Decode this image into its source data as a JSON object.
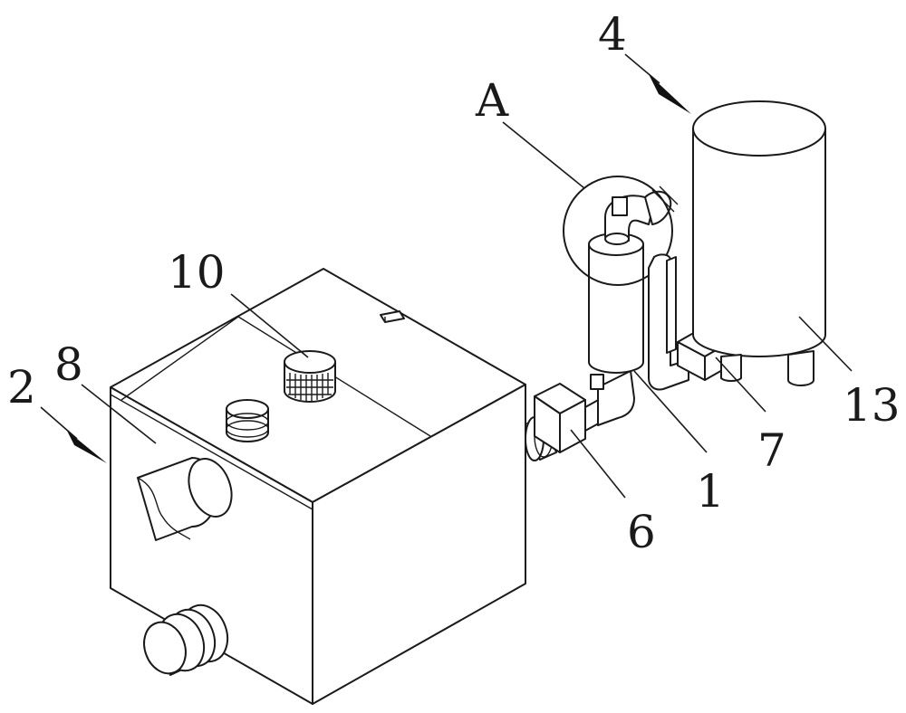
{
  "labels": {
    "tank": "2",
    "inlet_pipe": "8",
    "filter_cap": "10",
    "detail_a": "A",
    "vessel": "4",
    "separator": "1",
    "valve_left": "6",
    "valve_right": "7",
    "legs": "13"
  },
  "colors": {
    "line": "#1a1a1a",
    "background": "#ffffff"
  }
}
